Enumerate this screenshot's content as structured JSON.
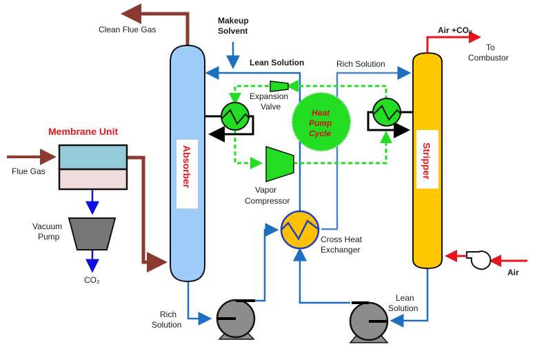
{
  "title": "Membrane + Absorber/Stripper CO2 capture with heat pump cycle",
  "colors": {
    "flue_gas": "#8b3a2f",
    "solvent": "#1e6fc0",
    "vacuum_line": "#1010e0",
    "heat_pump": "#22dd22",
    "air": "#e8141c",
    "absorber_fill": "#9fcdfa",
    "stripper_fill": "#ffc800",
    "pump_fill": "#8c8c8c"
  },
  "units": {
    "membrane": "Membrane Unit",
    "absorber": "Absorber",
    "stripper": "Stripper",
    "vacuum_pump": [
      "Vacuum",
      "Pump"
    ],
    "cross_hx": [
      "Cross Heat",
      "Exchanger"
    ],
    "expansion_valve": [
      "Expansion",
      "Valve"
    ],
    "vapor_compressor": [
      "Vapor",
      "Compressor"
    ],
    "heat_pump_cycle": [
      "Heat",
      "Pump",
      "Cycle"
    ]
  },
  "streams": {
    "clean_flue_gas": "Clean Flue Gas",
    "makeup_solvent": [
      "Makeup",
      "Solvent"
    ],
    "lean_solution_top": "Lean Solution",
    "rich_solution_top": "Rich Solution",
    "air_co2": "Air +CO₂",
    "to_combustor": [
      "To",
      "Combustor"
    ],
    "flue_gas": "Flue Gas",
    "co2": "CO₂",
    "rich_solution_bottom": [
      "Rich",
      "Solution"
    ],
    "lean_solution_bottom": [
      "Lean",
      "Solution"
    ],
    "air": "Air"
  }
}
